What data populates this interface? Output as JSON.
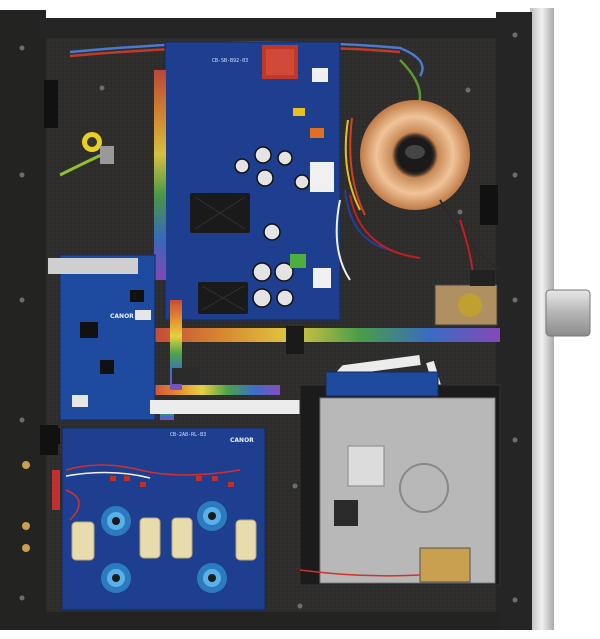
{
  "photo": {
    "subject": "amplifier-chassis-interior",
    "board_labels": {
      "power_board": "CB-SB-B92-03",
      "tube_board": "CB-2A8-RL-B3",
      "tube_board_logo": "CANOR",
      "dac_board_logo": "CANOR"
    },
    "colors": {
      "chassis": "#2c2b2a",
      "chassis_wall": "#1f1f1e",
      "pcb_blue": "#1e3f8f",
      "pcb_blue_dark": "#183273",
      "knob_silver": "#c9c9c9",
      "front_panel": "#d8d8d8",
      "toroid_copper": "#e0a46f"
    }
  }
}
